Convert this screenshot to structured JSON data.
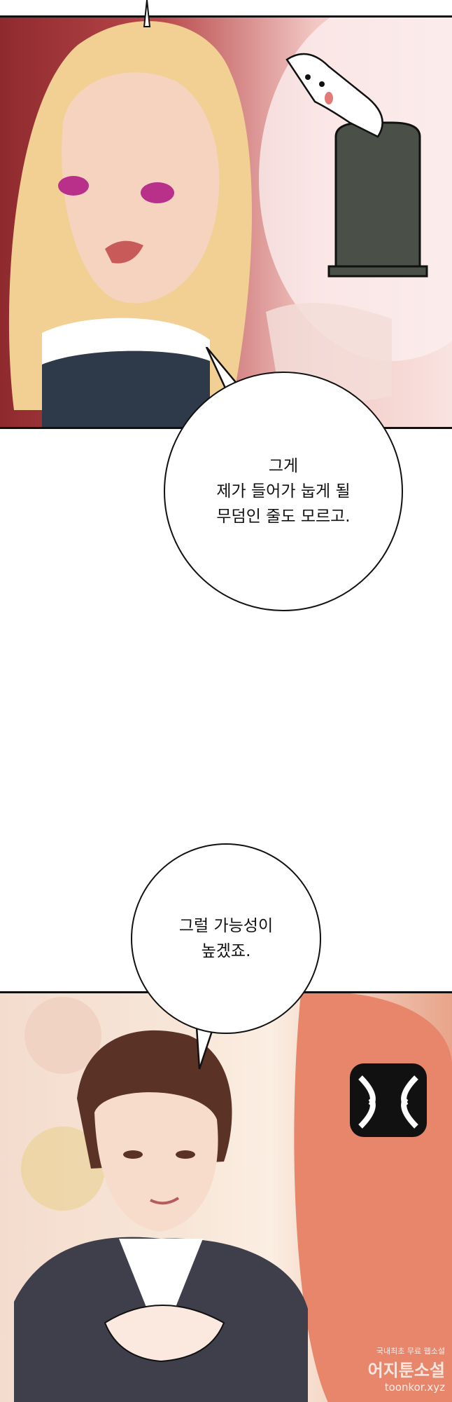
{
  "panels": [
    {
      "id": "panel-top",
      "description_hidden": true
    },
    {
      "id": "panel-bottom",
      "description_hidden": true
    }
  ],
  "dialogue": {
    "bubble_1": "그게\n제가 들어가 눕게 될\n무덤인 줄도 모르고.",
    "bubble_2": "그럴 가능성이\n높겠죠."
  },
  "watermark": {
    "top": "국내최초 무료 웹소설",
    "main": "어지툰소설",
    "url": "toonkor.xyz"
  },
  "icons": [
    "tombstone-icon",
    "ghost-icon",
    "anger-mark-icon"
  ],
  "colors": {
    "panel_red": "#b8474a",
    "panel_peach": "#f7e6d8",
    "ink": "#111111"
  }
}
